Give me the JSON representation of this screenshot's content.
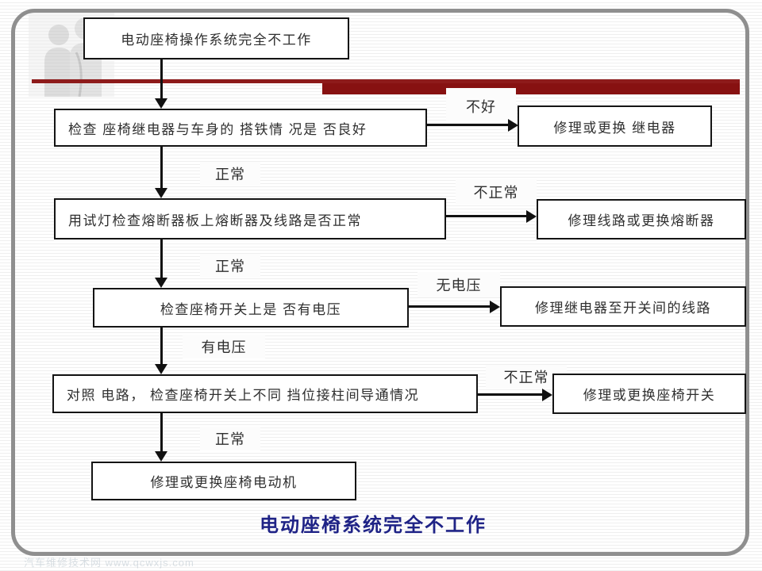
{
  "slide": {
    "bottom_title": "电动座椅系统完全不工作",
    "watermark": "汽车维修技术网 www.qcwxjs.com"
  },
  "flowchart": {
    "start_box": "电动座椅操作系统完全不工作",
    "rows": [
      {
        "step": "检查 座椅继电器与车身的 搭铁情 况是 否良好",
        "branch_label": "不好",
        "fix": "修理或更换 继电器",
        "down_label": "正常"
      },
      {
        "step": "用试灯检查熔断器板上熔断器及线路是否正常",
        "branch_label": "不正常",
        "fix": "修理线路或更换熔断器",
        "down_label": "正常"
      },
      {
        "step": "检查座椅开关上是 否有电压",
        "branch_label": "无电压",
        "fix": "修理继电器至开关间的线路",
        "down_label": "有电压"
      },
      {
        "step": "对照 电路， 检查座椅开关上不同 挡位接柱间导通情况",
        "branch_label": "不正常",
        "fix": "修理或更换座椅开关",
        "down_label": "正常"
      },
      {
        "step": "修理或更换座椅电动机",
        "branch_label": "",
        "fix": "",
        "down_label": ""
      }
    ]
  },
  "colors": {
    "accent_red": "#8e1b1b",
    "title_blue": "#1f2386",
    "frame_gray": "#8f8f8f"
  }
}
